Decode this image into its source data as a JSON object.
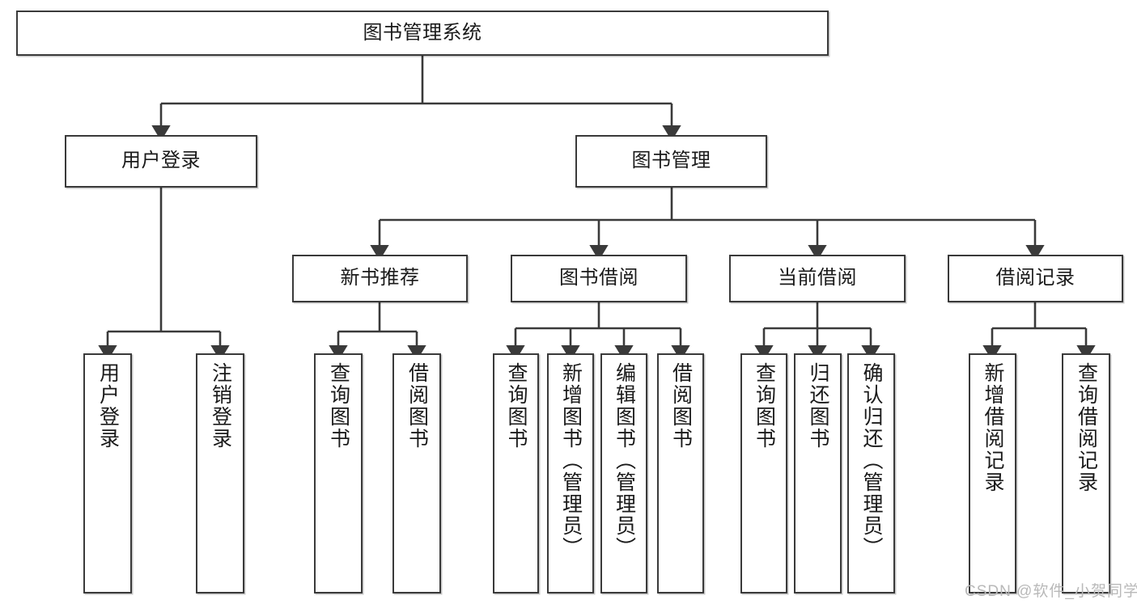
{
  "diagram": {
    "type": "tree-hierarchy",
    "title": "图书管理系统",
    "watermark": "CSDN @软件_小贺同学",
    "colors": {
      "border": "#3a3a3a",
      "background": "#ffffff",
      "text": "#1a1a1a",
      "edge": "#3a3a3a",
      "watermark": "#b9b9b9"
    },
    "nodes": {
      "root": {
        "label": "图书管理系统",
        "level": 0,
        "orientation": "horizontal"
      },
      "login": {
        "label": "用户登录",
        "level": 1,
        "orientation": "horizontal"
      },
      "bookmgmt": {
        "label": "图书管理",
        "level": 1,
        "orientation": "horizontal"
      },
      "newbook": {
        "label": "新书推荐",
        "level": 2,
        "orientation": "horizontal"
      },
      "borrow": {
        "label": "图书借阅",
        "level": 2,
        "orientation": "horizontal"
      },
      "current": {
        "label": "当前借阅",
        "level": 2,
        "orientation": "horizontal"
      },
      "records": {
        "label": "借阅记录",
        "level": 2,
        "orientation": "horizontal"
      },
      "leaf_user_login": {
        "label": "用户登录",
        "level": 3,
        "orientation": "vertical",
        "parent": "login"
      },
      "leaf_user_logout": {
        "label": "注销登录",
        "level": 3,
        "orientation": "vertical",
        "parent": "login"
      },
      "leaf_new_query": {
        "label": "查询图书",
        "level": 3,
        "orientation": "vertical",
        "parent": "newbook"
      },
      "leaf_new_borrow": {
        "label": "借阅图书",
        "level": 3,
        "orientation": "vertical",
        "parent": "newbook"
      },
      "leaf_bor_query": {
        "label": "查询图书",
        "level": 3,
        "orientation": "vertical",
        "parent": "borrow"
      },
      "leaf_bor_add": {
        "label": "新增图书（管理员）",
        "level": 3,
        "orientation": "vertical",
        "parent": "borrow"
      },
      "leaf_bor_edit": {
        "label": "编辑图书（管理员）",
        "level": 3,
        "orientation": "vertical",
        "parent": "borrow"
      },
      "leaf_bor_lend": {
        "label": "借阅图书",
        "level": 3,
        "orientation": "vertical",
        "parent": "borrow"
      },
      "leaf_cur_query": {
        "label": "查询图书",
        "level": 3,
        "orientation": "vertical",
        "parent": "current"
      },
      "leaf_cur_return": {
        "label": "归还图书",
        "level": 3,
        "orientation": "vertical",
        "parent": "current"
      },
      "leaf_cur_confirm": {
        "label": "确认归还（管理员）",
        "level": 3,
        "orientation": "vertical",
        "parent": "current"
      },
      "leaf_rec_add": {
        "label": "新增借阅记录",
        "level": 3,
        "orientation": "vertical",
        "parent": "records"
      },
      "leaf_rec_query": {
        "label": "查询借阅记录",
        "level": 3,
        "orientation": "vertical",
        "parent": "records"
      }
    }
  }
}
